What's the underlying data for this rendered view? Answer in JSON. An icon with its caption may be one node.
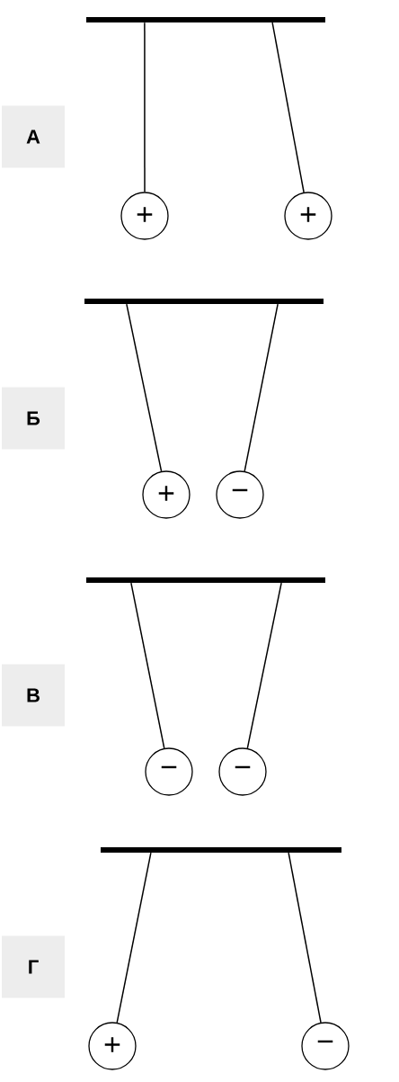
{
  "diagram": {
    "nodes": [
      {
        "text": [],
        "shape": "bar"
      },
      {
        "text": [
          "А"
        ]
      },
      {
        "text": [
          "+"
        ]
      },
      {
        "text": [
          "+"
        ]
      },
      {
        "text": [],
        "shape": "bar"
      },
      {
        "text": [
          "Б"
        ]
      },
      {
        "text": [
          "+"
        ]
      },
      {
        "text": [
          "−"
        ]
      },
      {
        "text": [],
        "shape": "bar"
      },
      {
        "text": [
          "В"
        ]
      },
      {
        "text": [
          "−"
        ]
      },
      {
        "text": [
          "−"
        ]
      },
      {
        "text": [],
        "shape": "bar"
      },
      {
        "text": [
          "Г"
        ]
      },
      {
        "text": [
          "+"
        ]
      },
      {
        "text": [
          "−"
        ]
      }
    ],
    "edges": [
      {
        "from": 0,
        "to": 2,
        "arrow": "none"
      },
      {
        "from": 0,
        "to": 3,
        "arrow": "none"
      },
      {
        "from": 4,
        "to": 6,
        "arrow": "none"
      },
      {
        "from": 4,
        "to": 7,
        "arrow": "none"
      },
      {
        "from": 8,
        "to": 10,
        "arrow": "none"
      },
      {
        "from": 8,
        "to": 11,
        "arrow": "none"
      },
      {
        "from": 12,
        "to": 14,
        "arrow": "none"
      },
      {
        "from": 12,
        "to": 15,
        "arrow": "none"
      }
    ]
  }
}
